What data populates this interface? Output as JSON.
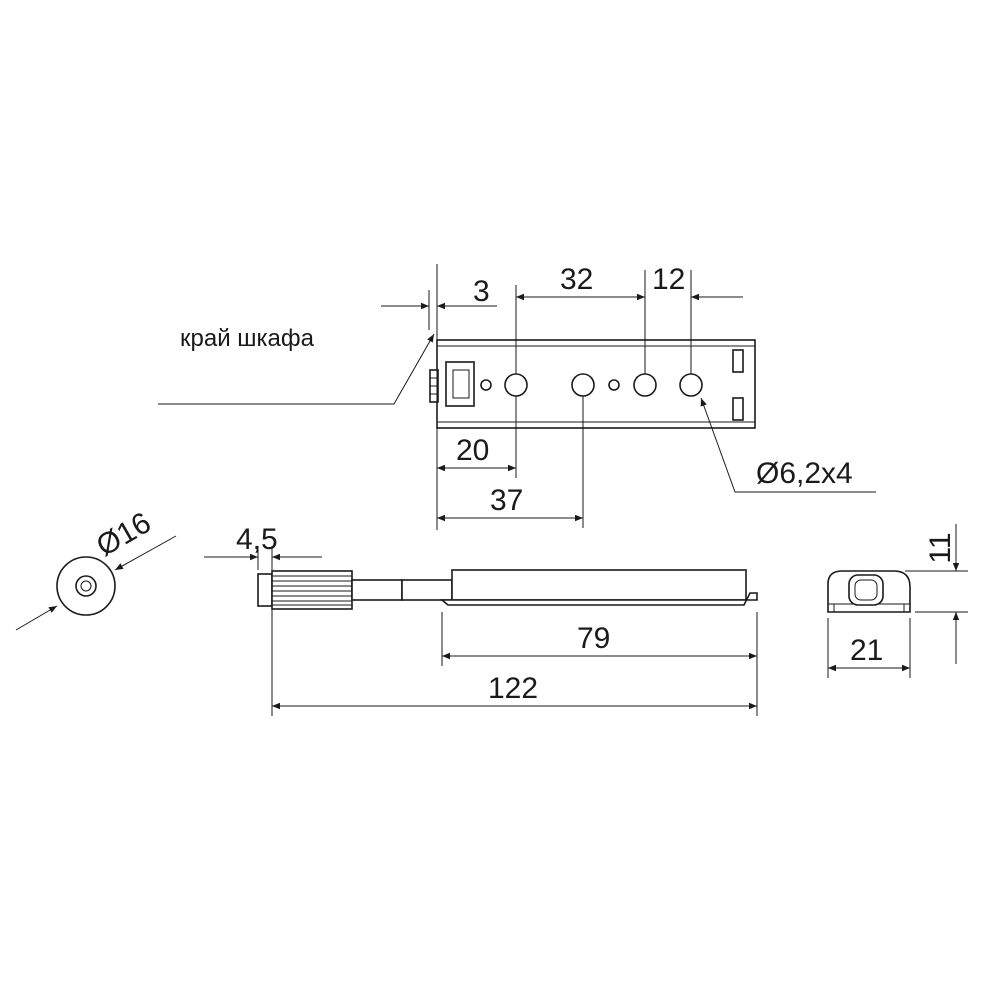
{
  "annotations": {
    "cabinet_edge": "край шкафа",
    "dim_3": "3",
    "dim_32": "32",
    "dim_12": "12",
    "dim_20": "20",
    "dim_37": "37",
    "hole_spec": "Ø6,2x4",
    "dim_d16": "Ø16",
    "dim_4_5": "4,5",
    "dim_79": "79",
    "dim_122": "122",
    "dim_11": "11",
    "dim_21": "21"
  }
}
